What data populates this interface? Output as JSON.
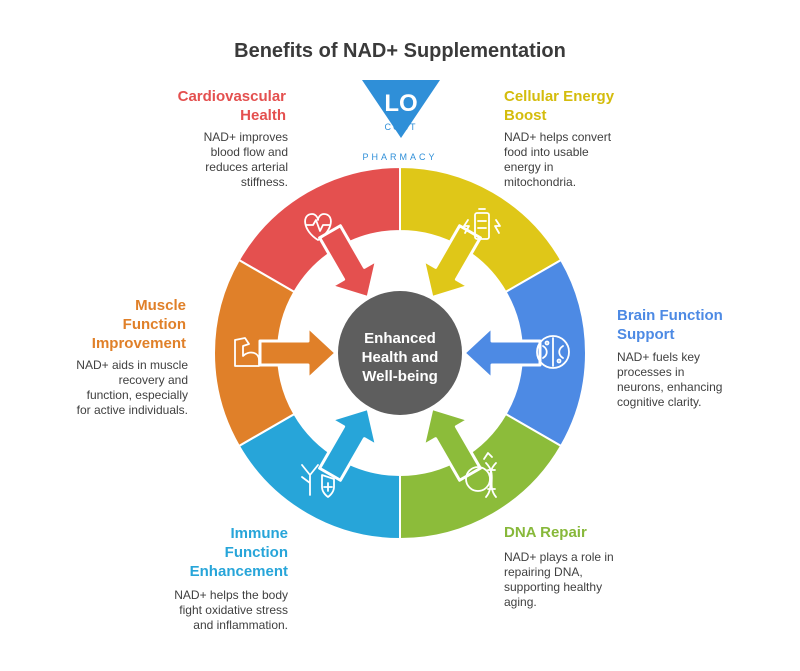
{
  "title": "Benefits of NAD+ Supplementation",
  "logo": {
    "line1": "LO",
    "line2": "COST",
    "line3": "PHARMACY"
  },
  "center": {
    "line1": "Enhanced",
    "line2": "Health and",
    "line3": "Well-being",
    "color": "#5e5e5e"
  },
  "benefits": [
    {
      "name": "cardiovascular",
      "color": "#e4504f",
      "icon": "heart-pulse-icon",
      "heading_lines": [
        "Cardiovascular",
        "Health"
      ],
      "desc_lines": [
        "NAD+ improves",
        "blood flow and",
        "reduces arterial",
        "stiffness."
      ]
    },
    {
      "name": "cellular-energy",
      "color": "#dfc718",
      "icon": "battery-energy-icon",
      "heading_lines": [
        "Cellular Energy",
        "Boost"
      ],
      "desc_lines": [
        "NAD+ helps convert",
        "food into usable",
        "energy in",
        "mitochondria."
      ]
    },
    {
      "name": "brain-function",
      "color": "#4d8ae4",
      "icon": "brain-icon",
      "heading_lines": [
        "Brain Function",
        "Support"
      ],
      "desc_lines": [
        "NAD+ fuels key",
        "processes in",
        "neurons, enhancing",
        "cognitive clarity."
      ]
    },
    {
      "name": "dna-repair",
      "color": "#8cbc3a",
      "icon": "dna-icon",
      "heading_lines": [
        "DNA Repair"
      ],
      "desc_lines": [
        "NAD+ plays a role in",
        "repairing DNA,",
        "supporting healthy",
        "aging."
      ]
    },
    {
      "name": "immune",
      "color": "#27a5d9",
      "icon": "immune-shield-icon",
      "heading_lines": [
        "Immune",
        "Function",
        "Enhancement"
      ],
      "desc_lines": [
        "NAD+ helps the body",
        "fight oxidative stress",
        "and inflammation."
      ]
    },
    {
      "name": "muscle",
      "color": "#e08029",
      "icon": "flexed-arm-icon",
      "heading_lines": [
        "Muscle",
        "Function",
        "Improvement"
      ],
      "desc_lines": [
        "NAD+ aids in muscle",
        "recovery and",
        "function, especially",
        "for active individuals."
      ]
    }
  ]
}
